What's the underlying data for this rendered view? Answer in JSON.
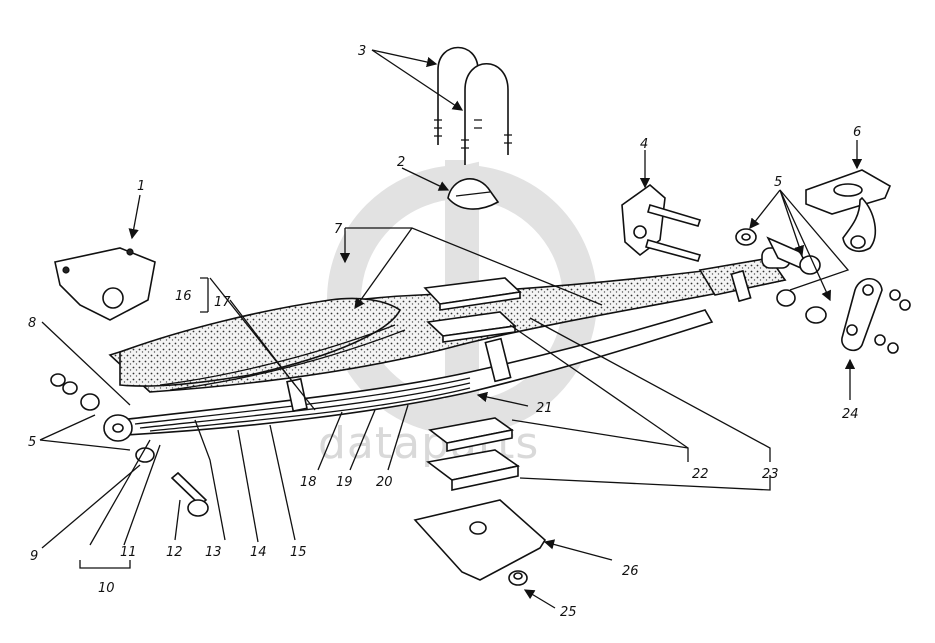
{
  "diagram": {
    "watermark": {
      "text": "dataparts"
    },
    "callouts": {
      "c1": "1",
      "c2": "2",
      "c3": "3",
      "c4": "4",
      "c5a": "5",
      "c5b": "5",
      "c6": "6",
      "c7": "7",
      "c8": "8",
      "c9": "9",
      "c10": "10",
      "c11": "11",
      "c12": "12",
      "c13": "13",
      "c14": "14",
      "c15": "15",
      "c16": "16",
      "c17": "17",
      "c18": "18",
      "c19": "19",
      "c20": "20",
      "c21": "21",
      "c22": "22",
      "c23": "23",
      "c24": "24",
      "c25": "25",
      "c26": "26"
    }
  }
}
